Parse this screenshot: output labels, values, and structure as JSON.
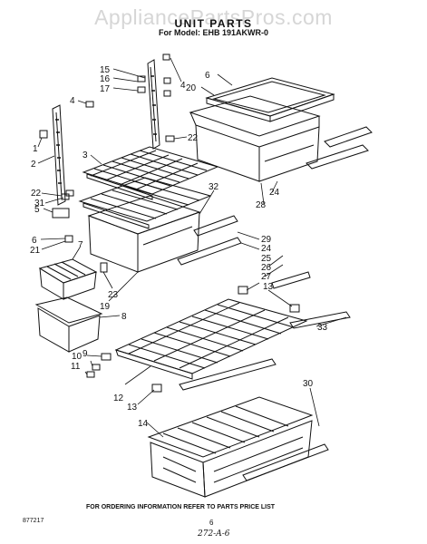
{
  "watermark": "AppliancePartsPros.com",
  "header": {
    "title": "UNIT PARTS",
    "model": "For Model: EHB 191AKWR-0"
  },
  "footer": {
    "order_note": "FOR ORDERING INFORMATION REFER TO PARTS PRICE LIST",
    "doc_code": "877217",
    "page_number": "6",
    "handwritten_code": "272-A-6"
  },
  "callouts": [
    {
      "id": "c15",
      "label": "15"
    },
    {
      "id": "c16",
      "label": "16"
    },
    {
      "id": "c17",
      "label": "17"
    },
    {
      "id": "c4a",
      "label": "4"
    },
    {
      "id": "c4b",
      "label": "4"
    },
    {
      "id": "c6a",
      "label": "6"
    },
    {
      "id": "c20",
      "label": "20"
    },
    {
      "id": "c1",
      "label": "1"
    },
    {
      "id": "c2",
      "label": "2"
    },
    {
      "id": "c3",
      "label": "3"
    },
    {
      "id": "c22a",
      "label": "22"
    },
    {
      "id": "c22b",
      "label": "22"
    },
    {
      "id": "c31",
      "label": "31"
    },
    {
      "id": "c5",
      "label": "5"
    },
    {
      "id": "c32",
      "label": "32"
    },
    {
      "id": "c24a",
      "label": "24"
    },
    {
      "id": "c28",
      "label": "28"
    },
    {
      "id": "c6b",
      "label": "6"
    },
    {
      "id": "c21",
      "label": "21"
    },
    {
      "id": "c7",
      "label": "7"
    },
    {
      "id": "c29",
      "label": "29"
    },
    {
      "id": "c24b",
      "label": "24"
    },
    {
      "id": "c25",
      "label": "25"
    },
    {
      "id": "c26",
      "label": "26"
    },
    {
      "id": "c27",
      "label": "27"
    },
    {
      "id": "c13a",
      "label": "13"
    },
    {
      "id": "c23",
      "label": "23"
    },
    {
      "id": "c19",
      "label": "19"
    },
    {
      "id": "c8",
      "label": "8"
    },
    {
      "id": "c33",
      "label": "33"
    },
    {
      "id": "c10",
      "label": "10"
    },
    {
      "id": "c9",
      "label": "9"
    },
    {
      "id": "c11",
      "label": "11"
    },
    {
      "id": "c12",
      "label": "12"
    },
    {
      "id": "c13b",
      "label": "13"
    },
    {
      "id": "c14",
      "label": "14"
    },
    {
      "id": "c30",
      "label": "30"
    }
  ]
}
